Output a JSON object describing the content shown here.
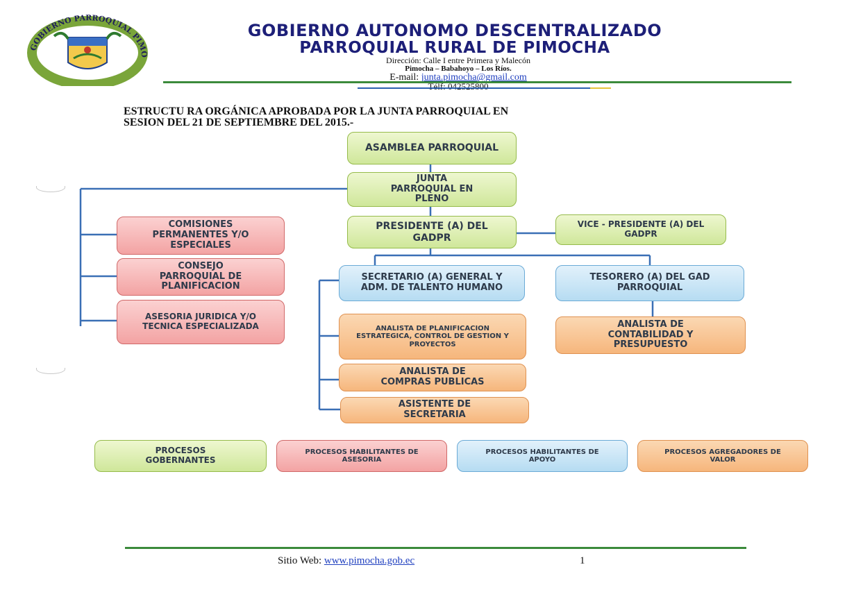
{
  "header": {
    "seal_text": "GOBIERNO PARROQUIAL PIMOCHA",
    "title_line1": "GOBIERNO AUTONOMO DESCENTRALIZADO",
    "title_line2": "PARROQUIAL RURAL DE PIMOCHA",
    "address": "Dirección: Calle I entre Primera   y Malecón",
    "town": "Pimocha – Babahoyo – Los Ríos.",
    "email_label": "E-mail: ",
    "email": "junta.pimocha@gmail.com",
    "phone": "Télf: 042525800",
    "colors": {
      "title": "#1d1f78",
      "rule": "#3b8a3b"
    }
  },
  "document": {
    "title_line1": "ESTRUCTU RA ORGÁNICA APROBADA POR LA JUNTA PARROQUIAL EN",
    "title_line2": "SESION DEL 21 DE SEPTIEMBRE DEL 2015.-"
  },
  "org_chart": {
    "asamblea": "ASAMBLEA PARROQUIAL",
    "junta": "JUNTA PARROQUIAL EN PLENO",
    "presidente": "PRESIDENTE (A) DEL GADPR",
    "vicepresidente": "VICE - PRESIDENTE (A) DEL GADPR",
    "comisiones": "COMISIONES PERMANENTES Y/O ESPECIALES",
    "consejo": "CONSEJO PARROQUIAL DE PLANIFICACION",
    "asesoria": "ASESORIA JURIDICA Y/O TECNICA ESPECIALIZADA",
    "secretario": "SECRETARIO (A) GENERAL Y ADM. DE TALENTO HUMANO",
    "tesorero": "TESORERO (A) DEL GAD PARROQUIAL",
    "analista_planificacion": "ANALISTA DE PLANIFICACION ESTRATEGICA, CONTROL DE GESTION Y  PROYECTOS",
    "analista_compras": "ANALISTA DE COMPRAS PUBLICAS",
    "asistente": "ASISTENTE DE SECRETARIA",
    "analista_contabilidad": "ANALISTA DE CONTABILIDAD Y PRESUPUESTO"
  },
  "legend": {
    "gobernantes": "PROCESOS GOBERNANTES",
    "asesoria": "PROCESOS HABILITANTES DE ASESORIA",
    "apoyo": "PROCESOS HABILITANTES DE APOYO",
    "valor": "PROCESOS  AGREGADORES DE VALOR",
    "colors": {
      "green": "#cfe79a",
      "red": "#f3a3a3",
      "blue": "#b6dcf2",
      "orange": "#f6b67c"
    }
  },
  "footer": {
    "site_label": "Sitio Web: ",
    "site_url": "www.pimocha.gob.ec",
    "page_number": "1"
  }
}
